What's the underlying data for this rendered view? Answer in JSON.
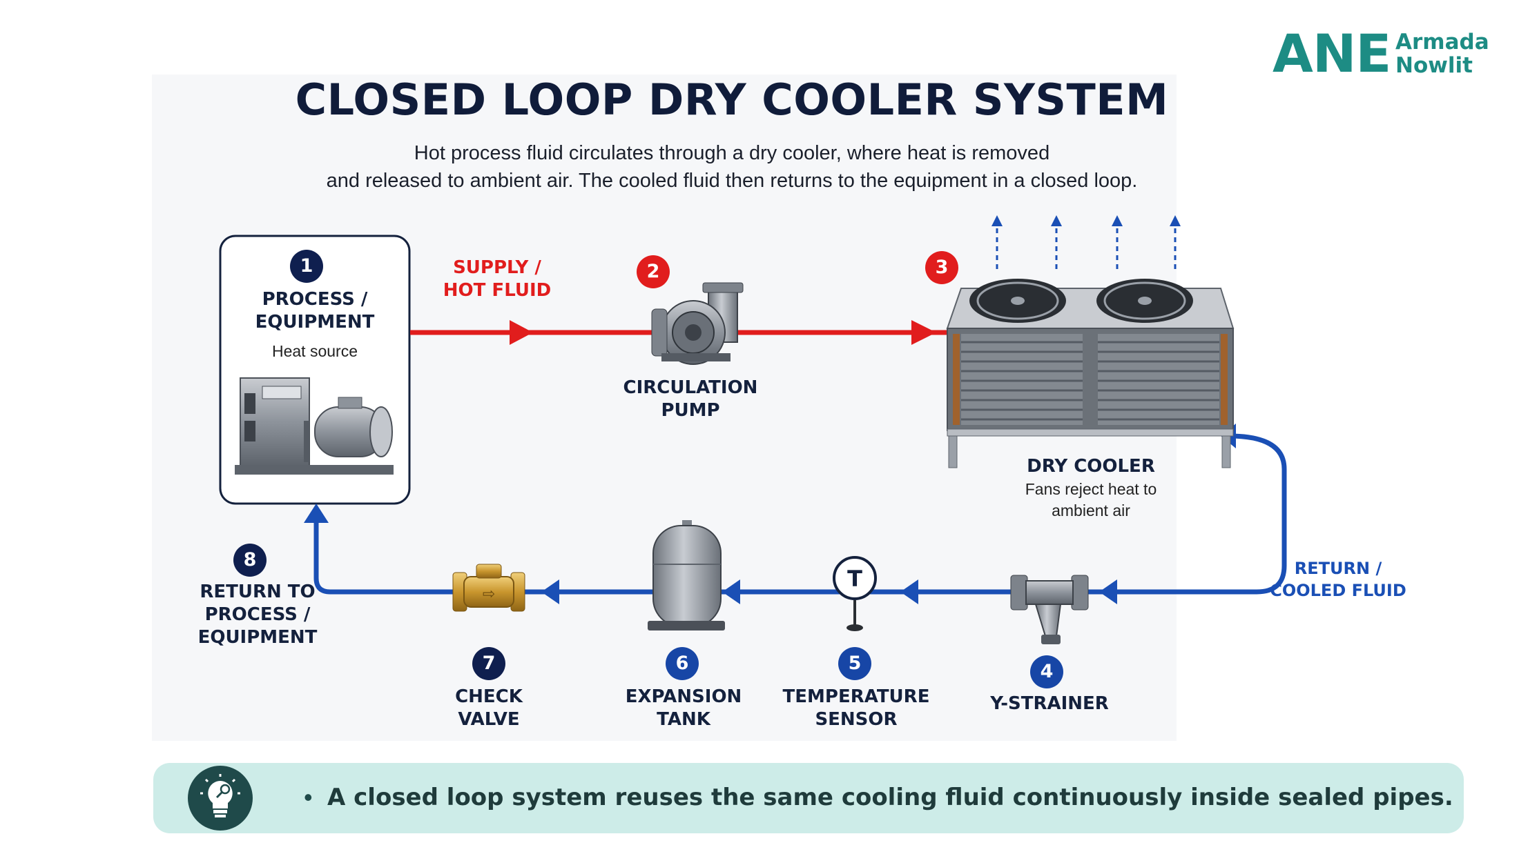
{
  "brand": {
    "mark": "ANE",
    "name_line1": "Armada",
    "name_line2": "Nowlit",
    "color": "#1d8c84"
  },
  "title": "CLOSED LOOP DRY COOLER SYSTEM",
  "subtitle": {
    "line1": "Hot process fluid circulates through a dry cooler, where heat is removed",
    "line2": "and released to ambient air. The cooled fluid then returns to the equipment in a closed loop."
  },
  "colors": {
    "supply": "#e11d1d",
    "return": "#1a4fb5",
    "badge_navy": "#0f1f4f",
    "heading": "#101c3a"
  },
  "components": [
    {
      "number": "1",
      "line1": "PROCESS /",
      "line2": "EQUIPMENT",
      "desc": "Heat source",
      "icon": "machine-icon"
    },
    {
      "number": "2",
      "line1": "CIRCULATION",
      "line2": "PUMP",
      "icon": "pump-icon"
    },
    {
      "number": "3",
      "line1": "DRY COOLER",
      "desc_line1": "Fans reject heat to",
      "desc_line2": "ambient air",
      "icon": "dry-cooler-icon"
    },
    {
      "number": "4",
      "line1": "Y-STRAINER",
      "icon": "y-strainer-icon"
    },
    {
      "number": "5",
      "line1": "TEMPERATURE",
      "line2": "SENSOR",
      "glyph": "T",
      "icon": "temperature-sensor-icon"
    },
    {
      "number": "6",
      "line1": "EXPANSION",
      "line2": "TANK",
      "icon": "expansion-tank-icon"
    },
    {
      "number": "7",
      "line1": "CHECK",
      "line2": "VALVE",
      "icon": "check-valve-icon"
    },
    {
      "number": "8",
      "line1": "RETURN TO",
      "line2": "PROCESS /",
      "line3": "EQUIPMENT"
    }
  ],
  "flows": {
    "supply": {
      "line1": "SUPPLY /",
      "line2": "HOT FLUID"
    },
    "return": {
      "line1": "RETURN /",
      "line2": "COOLED FLUID"
    }
  },
  "tip": {
    "text": "A closed loop system reuses the same cooling fluid continuously inside sealed pipes.",
    "icon": "lightbulb-icon"
  }
}
